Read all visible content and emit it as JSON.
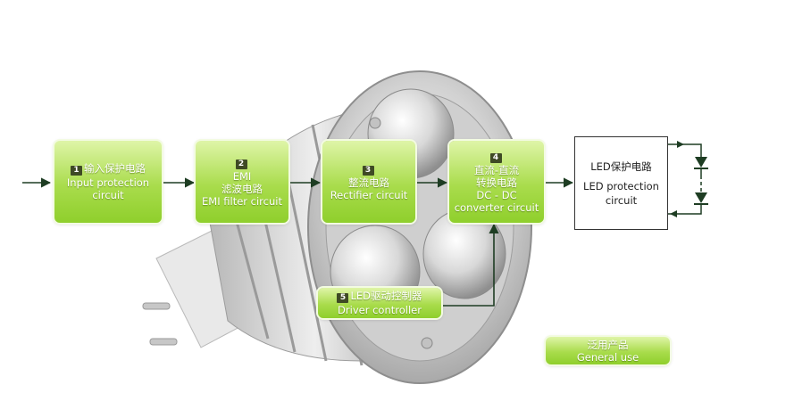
{
  "blocks": {
    "input": {
      "num": "1",
      "cn": "输入保护电路",
      "en1": "Input protection",
      "en2": "circuit"
    },
    "emi": {
      "num": "2",
      "label": "EMI",
      "cn": "滤波电路",
      "en": "EMI filter circuit"
    },
    "rectifier": {
      "num": "3",
      "cn": "整流电路",
      "en": "Rectifier circuit"
    },
    "dcdc": {
      "num": "4",
      "cn1": "直流-直流",
      "cn2": "转换电路",
      "en1": "DC - DC",
      "en2": "converter circuit"
    },
    "driver": {
      "num": "5",
      "cn": "LED驱动控制器",
      "en": "Driver controller"
    },
    "general": {
      "cn": "泛用产品",
      "en": "General use"
    }
  },
  "led_protection": {
    "cn": "LED保护电路",
    "en1": "LED protection",
    "en2": "circuit"
  },
  "colors": {
    "block_green": "#a9dc4c",
    "arrow": "#1e3d23",
    "outline": "#333333"
  }
}
